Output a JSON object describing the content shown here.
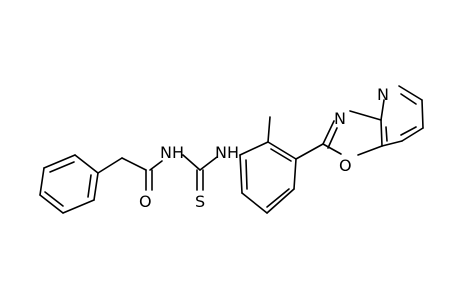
{
  "atoms": {
    "o_carbonyl": "O",
    "nh_amide": "NH",
    "s_thio": "S",
    "nh_aryl": "NH",
    "n_oxazole": "N",
    "o_oxazole": "O",
    "n_pyridine": "N"
  },
  "colors": {
    "bond": "#000000",
    "label": "#000000",
    "background": "#ffffff"
  }
}
